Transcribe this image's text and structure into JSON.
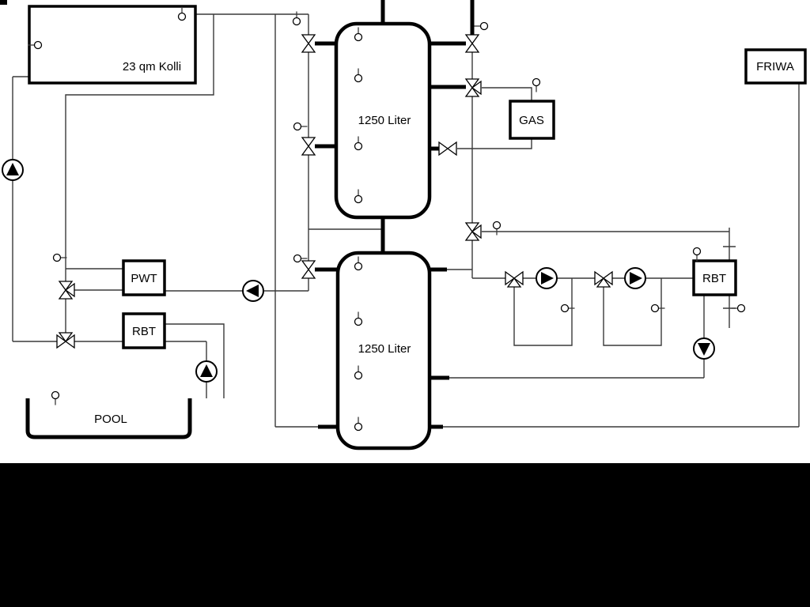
{
  "labels": {
    "collector": "23 qm Kolli",
    "tank_top": "1250 Liter",
    "tank_bottom": "1250 Liter",
    "gas": "GAS",
    "friwa": "FRIWA",
    "pwt": "PWT",
    "rbt_left": "RBT",
    "rbt_right": "RBT",
    "pool": "POOL"
  },
  "colors": {
    "background": "#ffffff",
    "line": "#3a3a3a",
    "component_stroke": "#000000",
    "bottom_bar": "#000000"
  },
  "icons": {
    "pump": "circle-with-filled-triangle",
    "valve": "outline-bowtie",
    "three_way_valve": "outline-bowtie-with-branch-triangle",
    "temperature_sensor": "small-circle-with-stem"
  }
}
